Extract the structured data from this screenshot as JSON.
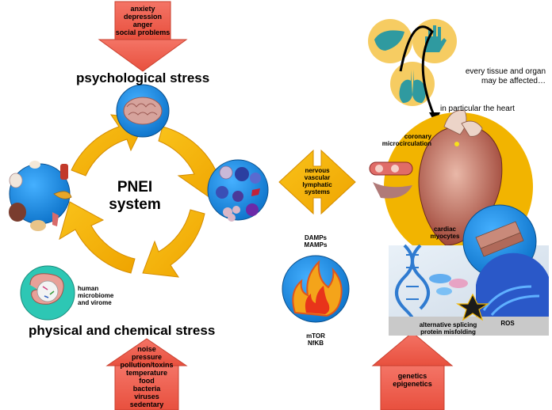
{
  "top_arrow": {
    "lines": [
      "anxiety",
      "depression",
      "anger",
      "social problems"
    ]
  },
  "psychological_stress": "psychological stress",
  "pnei": {
    "line1": "PNEI",
    "line2": "system"
  },
  "microbiome": {
    "lines": [
      "human",
      "microbiome",
      "and virome"
    ]
  },
  "physical_stress": "physical and chemical stress",
  "bottom_arrow": {
    "lines": [
      "noise",
      "pressure",
      "pollution/toxins",
      "temperature",
      "food",
      "bacteria",
      "viruses",
      "sedentary"
    ]
  },
  "double_arrow": {
    "lines": [
      "nervous",
      "vascular",
      "lymphatic",
      "systems"
    ]
  },
  "damps": {
    "lines": [
      "DAMPs",
      "MAMPs"
    ]
  },
  "mtor": {
    "lines": [
      "mTOR",
      "NfKB"
    ]
  },
  "organs_note": {
    "lines": [
      "every tissue and organ",
      "may be affected…"
    ]
  },
  "heart_note": "in particular the heart",
  "coronary": {
    "lines": [
      "coronary",
      "microcirculation"
    ]
  },
  "cardiac": {
    "lines": [
      "cardiac",
      "myocytes"
    ]
  },
  "splicing": {
    "lines": [
      "alternative splicing",
      "protein misfolding"
    ]
  },
  "ros": "ROS",
  "genetics_arrow": {
    "lines": [
      "genetics",
      "epigenetics"
    ]
  },
  "colors": {
    "red_arrow": "#f0604f",
    "yellow": "#f4b400",
    "blue": "#1d8fe0",
    "teal": "#2dc7b4"
  }
}
